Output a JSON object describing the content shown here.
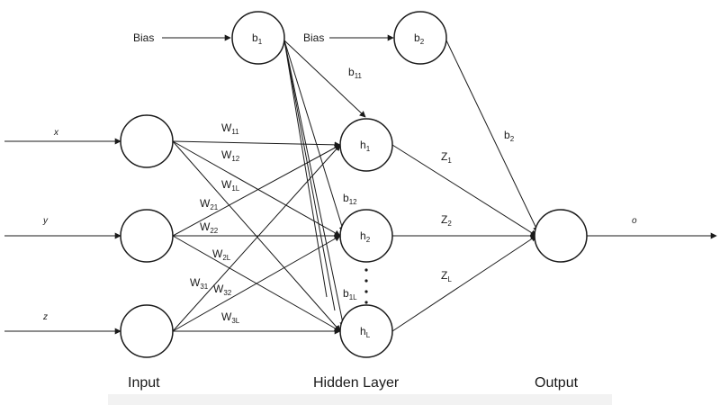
{
  "inputs": {
    "x": "x",
    "y": "y",
    "z": "z"
  },
  "bias_labels": {
    "left": "Bias",
    "right": "Bias"
  },
  "bias_nodes": {
    "b1": "b",
    "b1_sub": "1",
    "b2": "b",
    "b2_sub": "2"
  },
  "hidden_nodes": [
    {
      "main": "h",
      "sub": "1"
    },
    {
      "main": "h",
      "sub": "2"
    },
    {
      "main": "h",
      "sub": "L"
    }
  ],
  "weights": {
    "w11": {
      "main": "W",
      "sub": "11"
    },
    "w12": {
      "main": "W",
      "sub": "12"
    },
    "w1L": {
      "main": "W",
      "sub": "1L"
    },
    "w21": {
      "main": "W",
      "sub": "21"
    },
    "w22": {
      "main": "W",
      "sub": "22"
    },
    "w2L": {
      "main": "W",
      "sub": "2L"
    },
    "w31": {
      "main": "W",
      "sub": "31"
    },
    "w32": {
      "main": "W",
      "sub": "32"
    },
    "w3L": {
      "main": "W",
      "sub": "3L"
    }
  },
  "bias_weights": {
    "b11": {
      "main": "b",
      "sub": "11"
    },
    "b12": {
      "main": "b",
      "sub": "12"
    },
    "b1L": {
      "main": "b",
      "sub": "1L"
    },
    "b2": {
      "main": "b",
      "sub": "2"
    }
  },
  "z_labels": [
    {
      "main": "Z",
      "sub": "1"
    },
    {
      "main": "Z",
      "sub": "2"
    },
    {
      "main": "Z",
      "sub": "L"
    }
  ],
  "output_label": "o",
  "layer_titles": {
    "input": "Input",
    "hidden": "Hidden Layer",
    "output": "Output"
  }
}
